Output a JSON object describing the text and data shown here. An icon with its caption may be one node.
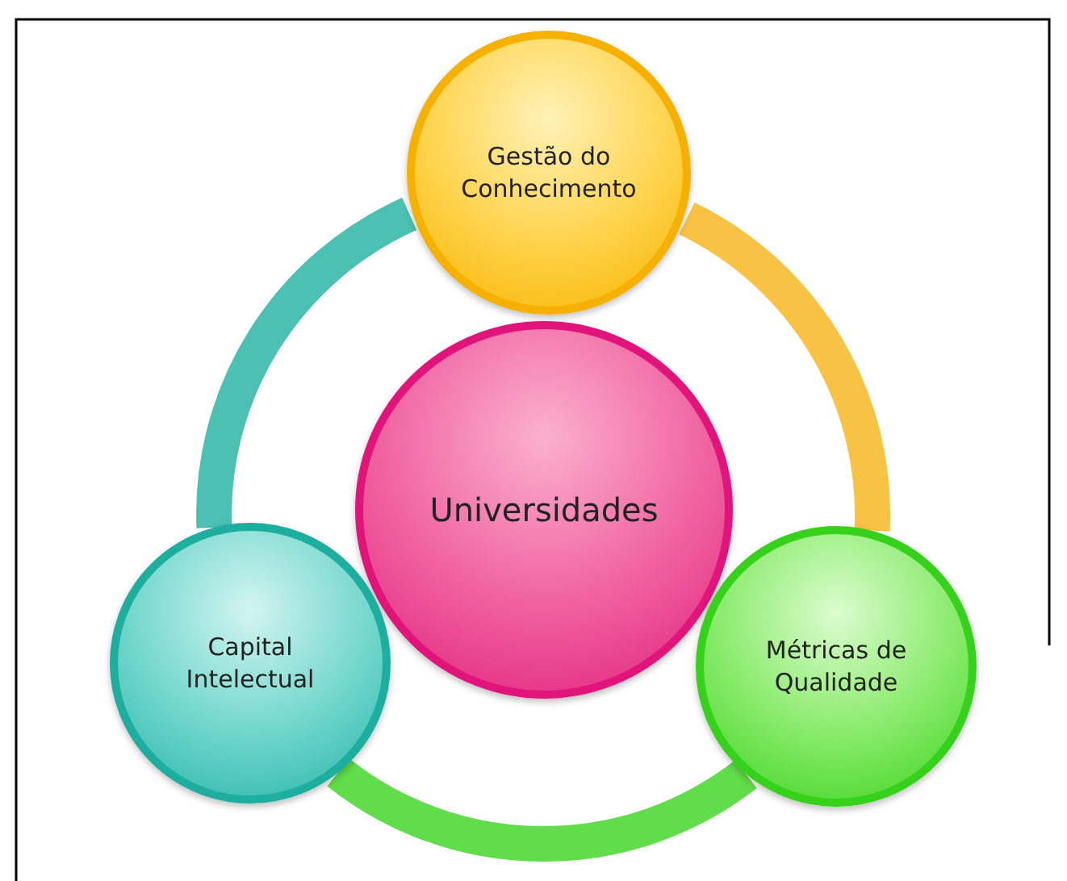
{
  "diagram": {
    "nodes": [
      {
        "text": [
          "Gestão do Conhecimento"
        ]
      },
      {
        "text": [
          "Universidades"
        ]
      },
      {
        "text": [
          "Capital Intelectual"
        ]
      },
      {
        "text": [
          "Métricas de Qualidade"
        ]
      }
    ],
    "edges": [
      {
        "from": 2,
        "to": 0,
        "arrow": "none",
        "color": "#2bb5a6"
      },
      {
        "from": 0,
        "to": 3,
        "arrow": "none",
        "color": "#f7b825"
      },
      {
        "from": 2,
        "to": 3,
        "arrow": "none",
        "color": "#45d62a"
      }
    ]
  }
}
